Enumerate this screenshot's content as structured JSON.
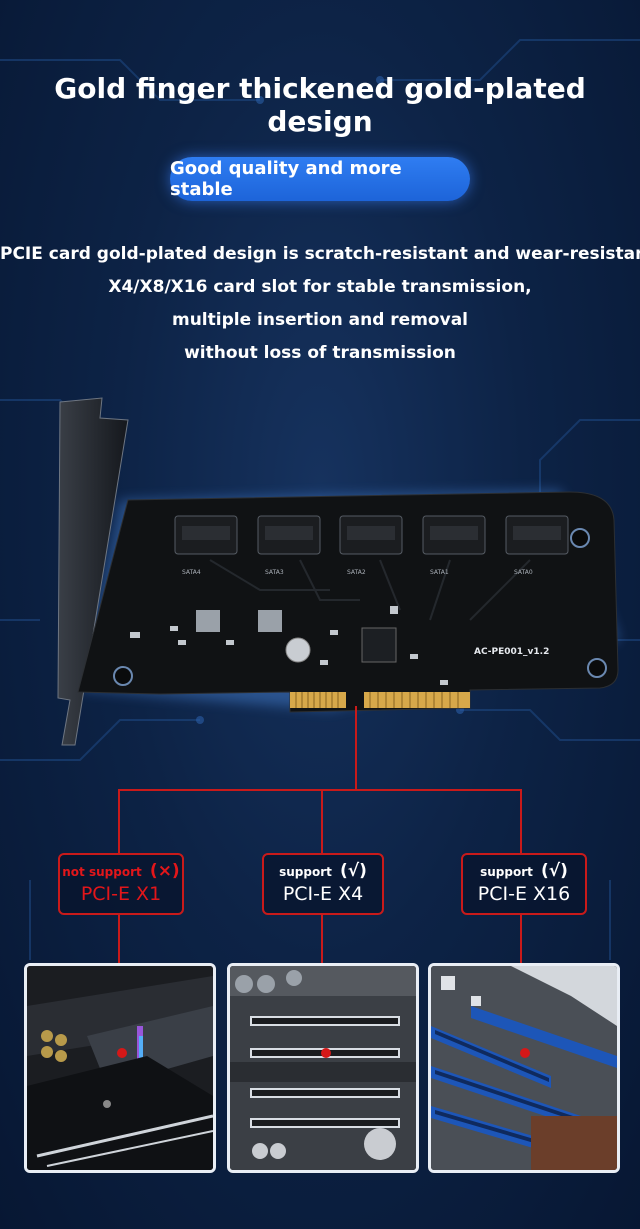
{
  "header": {
    "title": "Gold finger thickened gold-plated design",
    "pill_label": "Good quality and more stable"
  },
  "description": {
    "lines": [
      "PCIE card gold-plated design is scratch-resistant and wear-resistant,",
      "X4/X8/X16 card slot for stable transmission,",
      "multiple insertion and removal",
      "without loss of transmission"
    ]
  },
  "card": {
    "model": "AC-PE001_v1.2",
    "ports": [
      "SATA4",
      "SATA3",
      "SATA2",
      "SATA1",
      "SATA0"
    ]
  },
  "compatibility": [
    {
      "support": "not support",
      "mark": "(×)",
      "slot": "PCI-E X1",
      "color": "#e3161a"
    },
    {
      "support": "support",
      "mark": "(√)",
      "slot": "PCI-E X4",
      "color": "#ffffff"
    },
    {
      "support": "support",
      "mark": "(√)",
      "slot": "PCI-E X16",
      "color": "#ffffff"
    }
  ],
  "colors": {
    "accent_blue": "#2f7df2",
    "connector_red": "#c91a1a",
    "background_navy": "#0d2346"
  }
}
